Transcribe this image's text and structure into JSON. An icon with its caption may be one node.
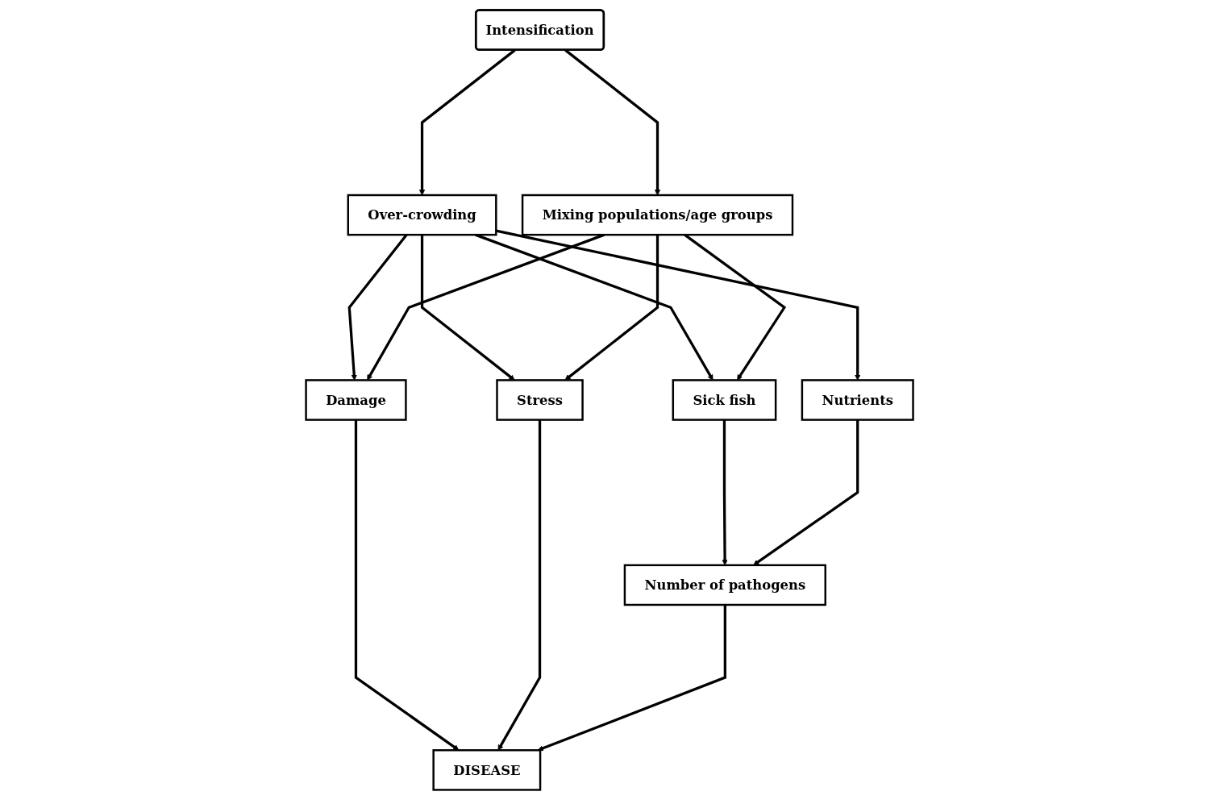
{
  "diagram": {
    "nodes": [
      {
        "text": [
          "Intensification"
        ]
      },
      {
        "text": [
          "Over-crowding"
        ]
      },
      {
        "text": [
          "Mixing populations/age groups"
        ]
      },
      {
        "text": [
          "Damage"
        ]
      },
      {
        "text": [
          "Stress"
        ]
      },
      {
        "text": [
          "Sick fish"
        ]
      },
      {
        "text": [
          "Nutrients"
        ]
      },
      {
        "text": [
          "Number of pathogens"
        ]
      },
      {
        "text": [
          "DISEASE"
        ]
      }
    ],
    "edges": [
      {
        "from": 0,
        "to": 1,
        "arrow": "to"
      },
      {
        "from": 0,
        "to": 2,
        "arrow": "to"
      },
      {
        "from": 1,
        "to": 3,
        "arrow": "to"
      },
      {
        "from": 1,
        "to": 4,
        "arrow": "to"
      },
      {
        "from": 1,
        "to": 5,
        "arrow": "to"
      },
      {
        "from": 1,
        "to": 6,
        "arrow": "to"
      },
      {
        "from": 2,
        "to": 3,
        "arrow": "to"
      },
      {
        "from": 2,
        "to": 4,
        "arrow": "to"
      },
      {
        "from": 2,
        "to": 5,
        "arrow": "to"
      },
      {
        "from": 5,
        "to": 7,
        "arrow": "to"
      },
      {
        "from": 6,
        "to": 7,
        "arrow": "to"
      },
      {
        "from": 3,
        "to": 8,
        "arrow": "to"
      },
      {
        "from": 4,
        "to": 8,
        "arrow": "to"
      },
      {
        "from": 7,
        "to": 8,
        "arrow": "to"
      }
    ]
  }
}
